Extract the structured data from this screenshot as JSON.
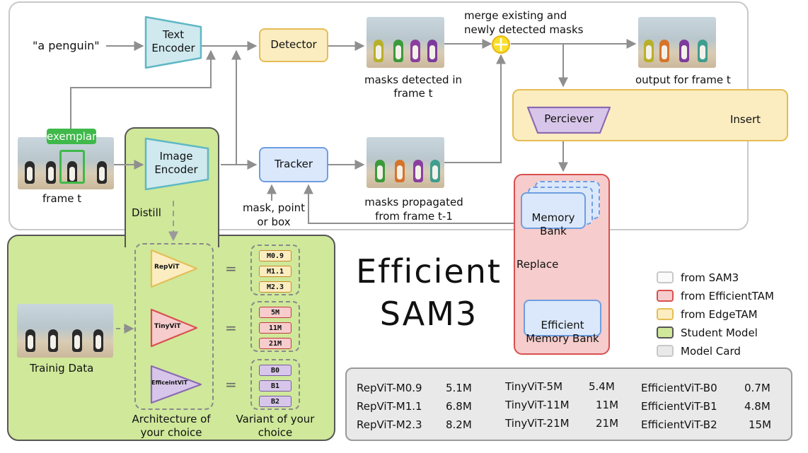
{
  "colors": {
    "sam3_fill": "#ffffff",
    "sam3_border": "#c8c8c8",
    "efficienttam_fill": "#f6cccc",
    "efficienttam_border": "#d94f4f",
    "edgetam_fill": "#fbedc0",
    "edgetam_border": "#e5bd56",
    "student_fill": "#cfe89a",
    "student_border": "#555555",
    "card_fill": "#e9e9e9",
    "card_border": "#9a9a9a",
    "encoder_fill": "#cfe9ee",
    "encoder_border": "#5fb8c4",
    "tracker_fill": "#dbe8fb",
    "tracker_border": "#6f9ee0",
    "exemplar_green": "#3fb94a",
    "merge_yellow": "#f8df2a"
  },
  "icons": {
    "merge": "plus-circle-icon",
    "exemplar": "bounding-box-icon"
  },
  "pipeline": {
    "prompt_text": "\"a penguin\"",
    "text_encoder": "Text\nEncoder",
    "detector": "Detector",
    "masks_detected": "masks detected in\nframe t",
    "merge_note": "merge existing and\nnewly detected masks",
    "output_caption": "output for frame t",
    "exemplar": "exemplar",
    "frame_caption": "frame t",
    "image_encoder": "Image\nEncoder",
    "tracker": "Tracker",
    "tracker_input": "mask, point\nor box",
    "masks_propagated": "masks propagated\nfrom frame t-1",
    "perceiver": "Perciever",
    "insert": "Insert",
    "memory_bank": "Memory\nBank",
    "replace": "Replace",
    "efficient_memory_bank": "Efficient\nMemory Bank",
    "distill": "Distill"
  },
  "student": {
    "training_data": "Trainig Data",
    "architectures": [
      {
        "name": "RepViT",
        "variants": [
          "M0.9",
          "M1.1",
          "M2.3"
        ]
      },
      {
        "name": "TinyViT",
        "variants": [
          "5M",
          "11M",
          "21M"
        ]
      },
      {
        "name": "EfficeintViT",
        "variants": [
          "B0",
          "B1",
          "B2"
        ]
      }
    ],
    "arch_caption": "Architecture of\nyour choice",
    "variant_caption": "Variant of your\nchoice"
  },
  "title": "Efficient\nSAM3",
  "legend": [
    {
      "label": "from SAM3",
      "key": "sam3"
    },
    {
      "label": "from EfficientTAM",
      "key": "efficienttam"
    },
    {
      "label": "from EdgeTAM",
      "key": "edgetam"
    },
    {
      "label": "Student Model",
      "key": "student"
    },
    {
      "label": "Model Card",
      "key": "card"
    }
  ],
  "model_card": [
    [
      {
        "name": "RepViT-M0.9",
        "size": "5.1M"
      },
      {
        "name": "RepViT-M1.1",
        "size": "6.8M"
      },
      {
        "name": "RepViT-M2.3",
        "size": "8.2M"
      }
    ],
    [
      {
        "name": "TinyViT-5M",
        "size": "5.4M"
      },
      {
        "name": "TinyViT-11M",
        "size": "11M"
      },
      {
        "name": "TinyViT-21M",
        "size": "21M"
      }
    ],
    [
      {
        "name": "EfficientViT-B0",
        "size": "0.7M"
      },
      {
        "name": "EfficientViT-B1",
        "size": "4.8M"
      },
      {
        "name": "EfficientViT-B2",
        "size": "15M"
      }
    ]
  ]
}
